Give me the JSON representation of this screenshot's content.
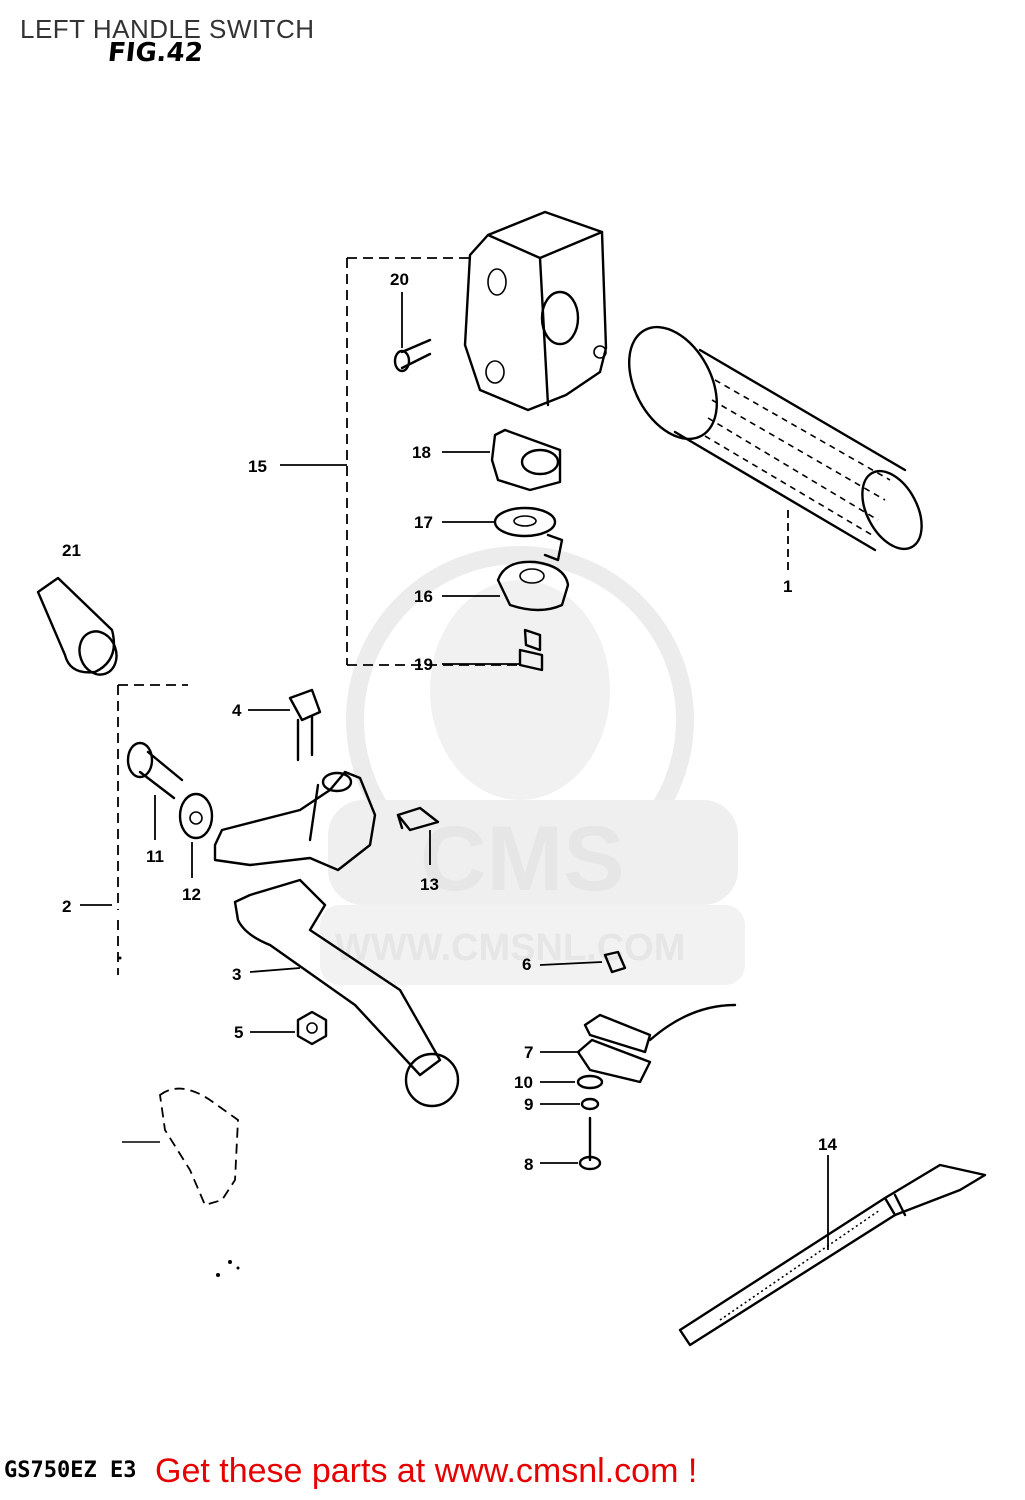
{
  "header": {
    "title": "LEFT HANDLE SWITCH",
    "figure": "FIG.42"
  },
  "watermark": {
    "brand": "CMS",
    "url": "WWW.CMSNL.COM"
  },
  "callouts": [
    "1",
    "2",
    "3",
    "4",
    "5",
    "6",
    "7",
    "8",
    "9",
    "10",
    "11",
    "12",
    "13",
    "14",
    "15",
    "16",
    "17",
    "18",
    "19",
    "20",
    "21"
  ],
  "footer": {
    "model": "GS750EZ E3",
    "promo": "Get these parts at www.cmsnl.com !",
    "promo_color": "#e60000"
  }
}
